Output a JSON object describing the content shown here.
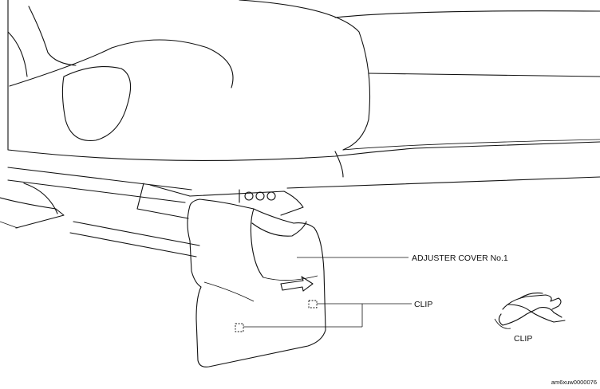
{
  "labels": {
    "adjuster_cover": "ADJUSTER COVER No.1",
    "clip": "CLIP",
    "clip_detail": "CLIP"
  },
  "figure_code": "am6xuw0000076"
}
